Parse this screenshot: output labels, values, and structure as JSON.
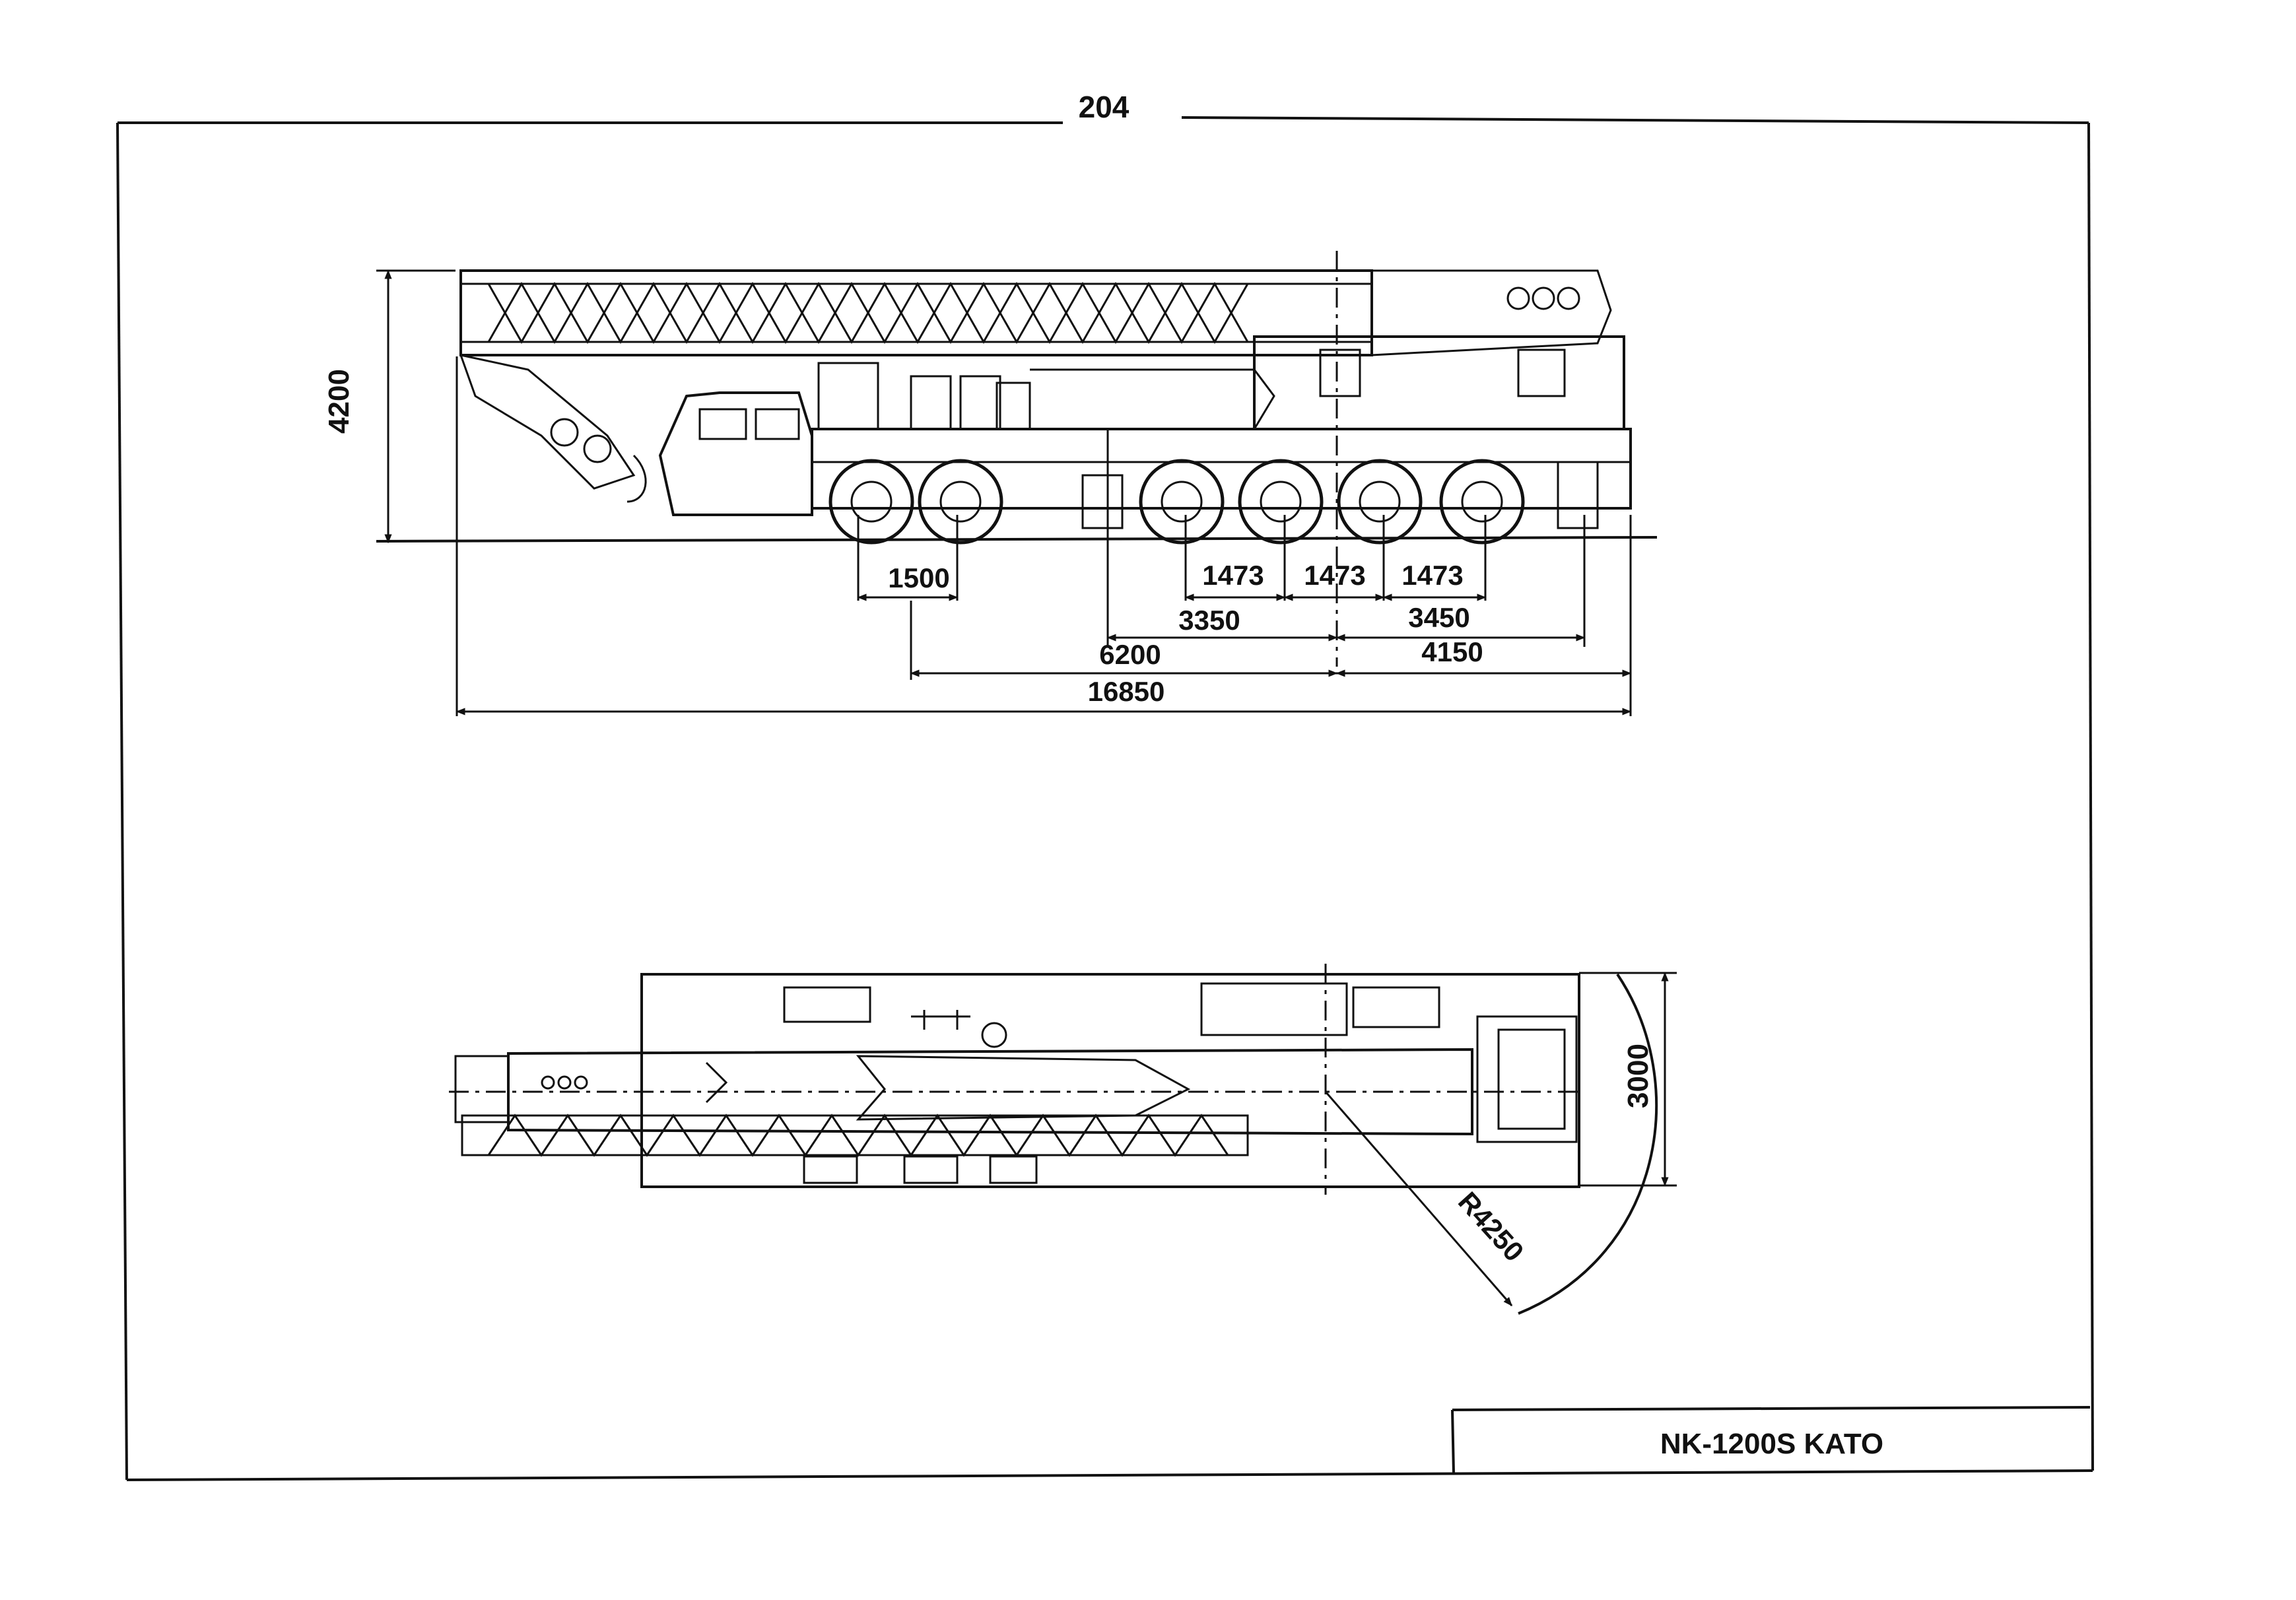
{
  "page_number": "204",
  "title_block": {
    "model": "NK-1200S  KATO"
  },
  "side_view": {
    "height": "4200",
    "axle_spacing_front": "1500",
    "axle_spacing_rear": [
      "1473",
      "1473",
      "1473"
    ],
    "outrigger_front_offset": "3350",
    "outrigger_rear_offset": "3450",
    "front_to_center": "6200",
    "center_to_rear": "4150",
    "overall_length": "16850"
  },
  "top_view": {
    "width": "3000",
    "tail_radius": "R4250"
  }
}
